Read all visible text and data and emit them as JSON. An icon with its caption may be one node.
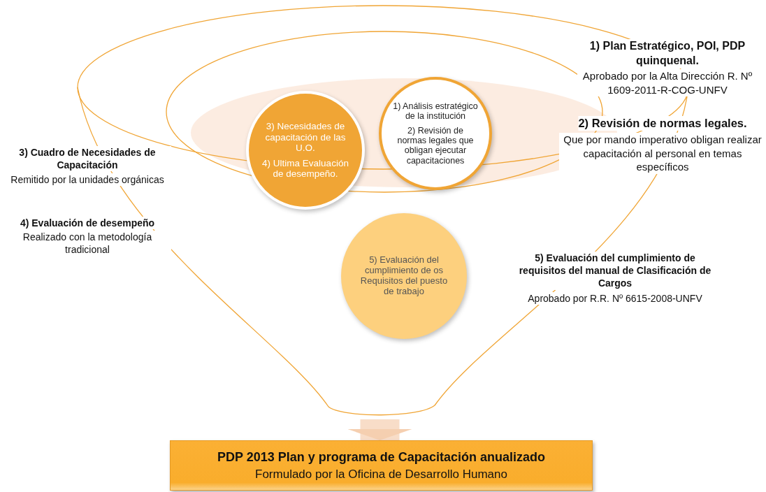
{
  "diagram": {
    "nodes": [
      {
        "text": [],
        "shape": "funnel"
      },
      {
        "text": [
          "3) Necesidades de capacitación de las U.O.",
          "4) Ultima Evaluación de desempeño."
        ],
        "in": 0
      },
      {
        "text": [
          "1) Análisis estratégico de la institución",
          "2) Revisión de normas legales que obligan ejecutar capacitaciones"
        ],
        "in": 0
      },
      {
        "text": [
          "5) Evaluación del cumplimiento de os Requisitos del puesto de trabajo"
        ],
        "in": 0
      },
      {
        "text": [
          "PDP 2013 Plan y programa de Capacitación anualizado",
          "Formulado por la Oficina de Desarrollo Humano"
        ]
      }
    ],
    "edges": [
      {
        "from": 0,
        "to": 4,
        "arrow": "to"
      }
    ],
    "labels": [
      "1) Plan Estratégico, POI, PDP quinquenal.",
      "Aprobado por la Alta Dirección R. Nº 1609-2011-R-COG-UNFV",
      "2) Revisión de normas legales.",
      "Que por mando imperativo obligan realizar capacitación al personal en temas específicos",
      "3) Cuadro de Necesidades de Capacitación",
      "Remitido por la unidades orgánicas",
      "4) Evaluación de desempeño",
      "Realizado con la metodología tradicional",
      "5) Evaluación del cumplimiento de requisitos del manual de Clasificación de Cargos",
      "Aprobado por R.R. Nº 6615-2008-UNFV"
    ]
  }
}
